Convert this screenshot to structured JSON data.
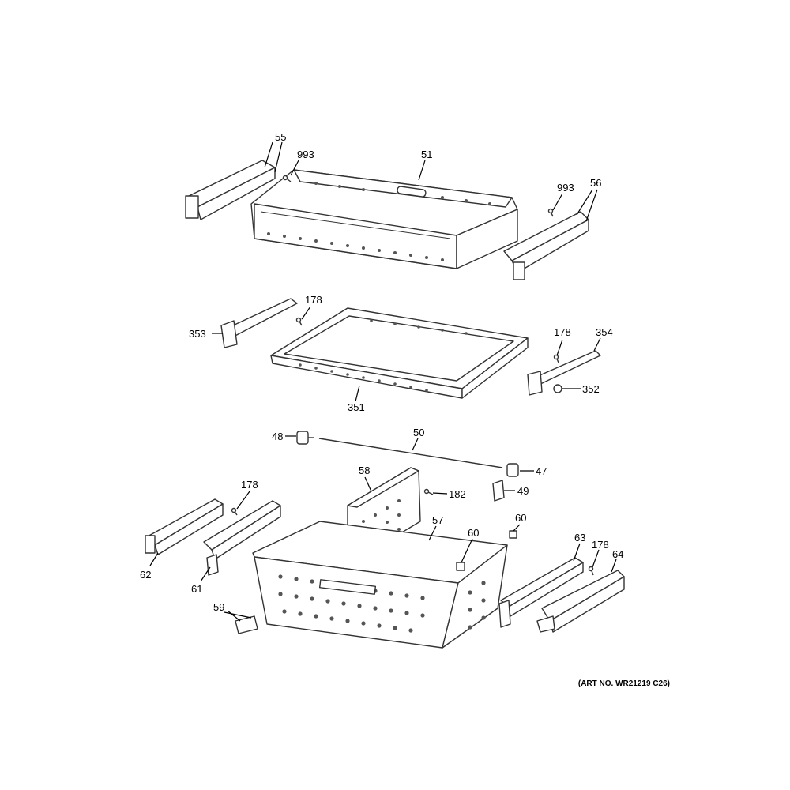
{
  "art_number": "(ART NO. WR21219 C26)",
  "callouts": [
    {
      "id": "c55",
      "label": "55"
    },
    {
      "id": "c993a",
      "label": "993"
    },
    {
      "id": "c51",
      "label": "51"
    },
    {
      "id": "c993b",
      "label": "993"
    },
    {
      "id": "c56",
      "label": "56"
    },
    {
      "id": "c178a",
      "label": "178"
    },
    {
      "id": "c353",
      "label": "353"
    },
    {
      "id": "c178b",
      "label": "178"
    },
    {
      "id": "c354",
      "label": "354"
    },
    {
      "id": "c352",
      "label": "352"
    },
    {
      "id": "c351",
      "label": "351"
    },
    {
      "id": "c48",
      "label": "48"
    },
    {
      "id": "c50",
      "label": "50"
    },
    {
      "id": "c47",
      "label": "47"
    },
    {
      "id": "c58",
      "label": "58"
    },
    {
      "id": "c182",
      "label": "182"
    },
    {
      "id": "c49",
      "label": "49"
    },
    {
      "id": "c178c",
      "label": "178"
    },
    {
      "id": "c57",
      "label": "57"
    },
    {
      "id": "c60a",
      "label": "60"
    },
    {
      "id": "c60b",
      "label": "60"
    },
    {
      "id": "c62",
      "label": "62"
    },
    {
      "id": "c61",
      "label": "61"
    },
    {
      "id": "c63",
      "label": "63"
    },
    {
      "id": "c178d",
      "label": "178"
    },
    {
      "id": "c64",
      "label": "64"
    },
    {
      "id": "c59",
      "label": "59"
    }
  ]
}
